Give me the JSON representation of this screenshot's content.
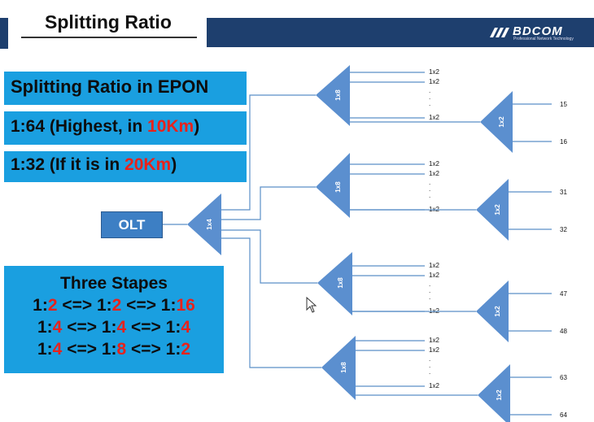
{
  "header": {
    "title": "Splitting Ratio",
    "logo_text": "BDCOM",
    "logo_sub": "Professional Network Technology"
  },
  "info": {
    "heading": "Splitting Ratio in EPON",
    "line1": {
      "pre": "1:64 (Highest, in ",
      "highlight": "10Km",
      "post": ")"
    },
    "line2": {
      "pre": "1:32 (If it is in ",
      "highlight": "20Km",
      "post": ")"
    }
  },
  "stapes": {
    "title": "Three Stapes",
    "rows": [
      [
        {
          "t": "1:",
          "red": false
        },
        {
          "t": "2",
          "red": true
        },
        {
          "t": " <=> 1:",
          "red": false
        },
        {
          "t": "2",
          "red": true
        },
        {
          "t": " <=> 1:",
          "red": false
        },
        {
          "t": "16",
          "red": true
        }
      ],
      [
        {
          "t": "1:",
          "red": false
        },
        {
          "t": "4",
          "red": true
        },
        {
          "t": " <=> 1:",
          "red": false
        },
        {
          "t": "4",
          "red": true
        },
        {
          "t": " <=> 1:",
          "red": false
        },
        {
          "t": "4",
          "red": true
        }
      ],
      [
        {
          "t": "1:",
          "red": false
        },
        {
          "t": "4",
          "red": true
        },
        {
          "t": " <=> 1:",
          "red": false
        },
        {
          "t": "8",
          "red": true
        },
        {
          "t": " <=> 1:",
          "red": false
        },
        {
          "t": "2",
          "red": true
        }
      ]
    ]
  },
  "diagram": {
    "olt_label": "OLT",
    "splitter_1x4": "1x4",
    "splitter_1x8": "1x8",
    "splitter_1x2": "1x2",
    "port_label": "1x2",
    "dot": ".",
    "end_numbers": [
      [
        "15",
        "16"
      ],
      [
        "31",
        "32"
      ],
      [
        "47",
        "48"
      ],
      [
        "63",
        "64"
      ]
    ]
  }
}
